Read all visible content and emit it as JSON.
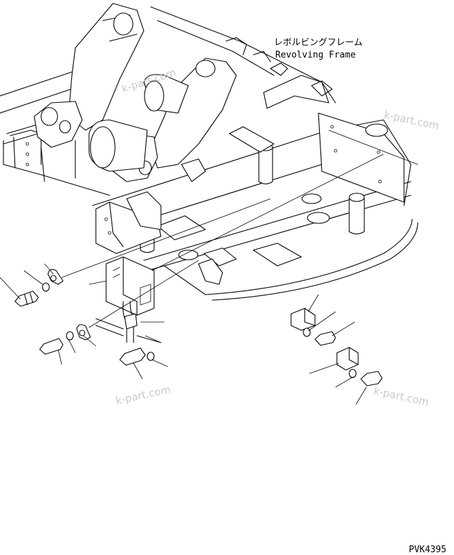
{
  "labels": {
    "frame_jp": "レボルビングフレーム",
    "frame_en": "Revolving Frame"
  },
  "watermarks": [
    "k-part.com",
    "k-part.com",
    "k-part.com",
    "k-part.com"
  ],
  "drawing_code": "PVK4395"
}
